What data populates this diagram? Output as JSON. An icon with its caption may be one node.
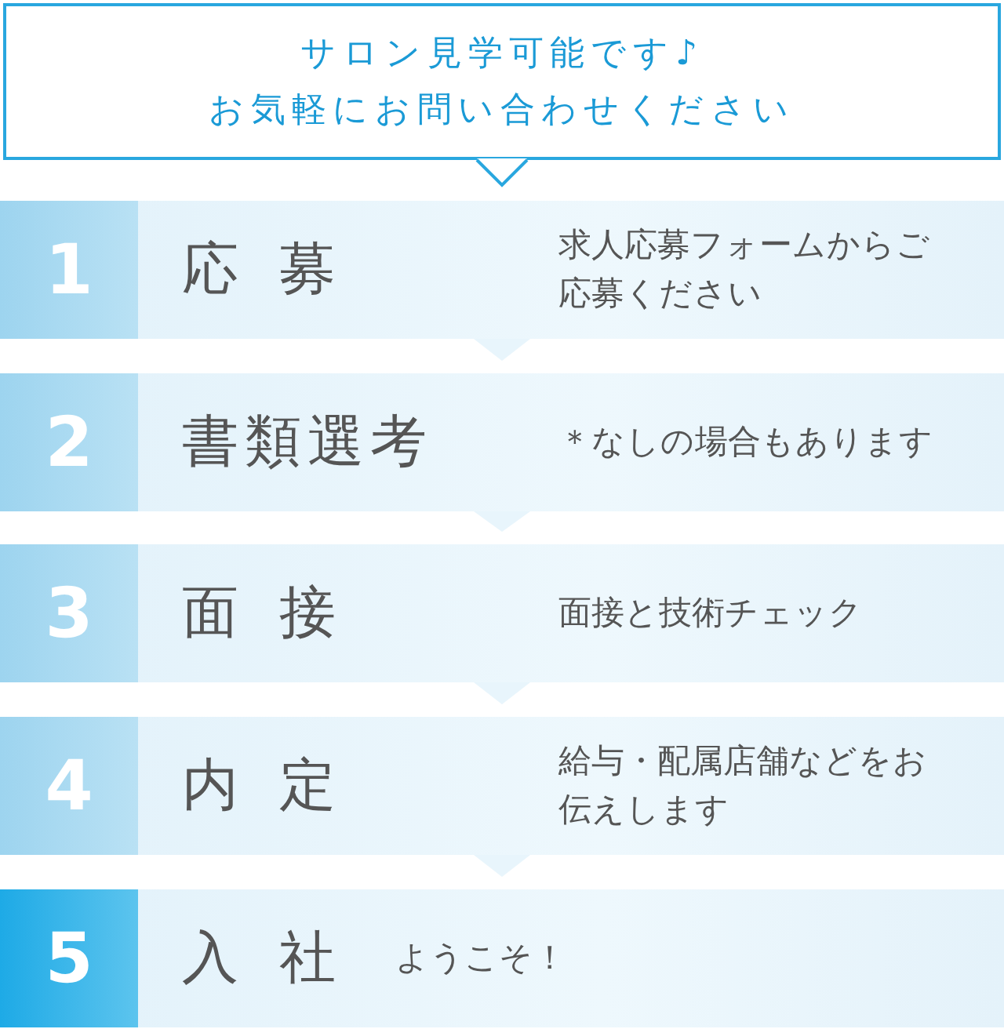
{
  "diagram": {
    "nodes": [
      {
        "text": [
          "サロン見学可能です♪",
          "お気軽にお問い合わせください"
        ]
      },
      {
        "text": [
          "1",
          "応募",
          "求人応募フォームからご応募ください"
        ]
      },
      {
        "text": [
          "2",
          "書類選考",
          "＊なしの場合もあります"
        ]
      },
      {
        "text": [
          "3",
          "面接",
          "面接と技術チェック"
        ]
      },
      {
        "text": [
          "4",
          "内定",
          "給与・配属店舗などをお伝えします"
        ]
      },
      {
        "text": [
          "5",
          "入社",
          "ようこそ！"
        ]
      }
    ],
    "edges": [
      {
        "from": 0,
        "to": 1,
        "arrow": "to"
      },
      {
        "from": 1,
        "to": 2,
        "arrow": "to"
      },
      {
        "from": 2,
        "to": 3,
        "arrow": "to"
      },
      {
        "from": 3,
        "to": 4,
        "arrow": "to"
      },
      {
        "from": 4,
        "to": 5,
        "arrow": "to"
      }
    ]
  }
}
